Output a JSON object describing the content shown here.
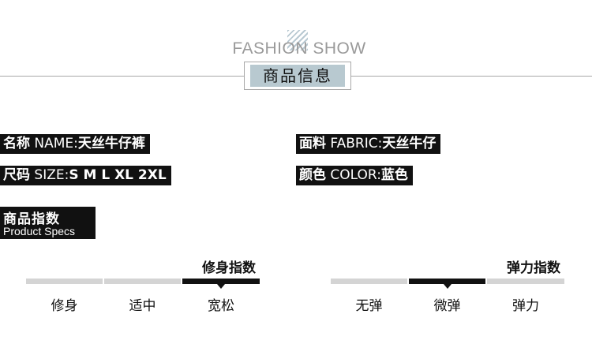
{
  "header": {
    "fashion_text": "FASHION SHOW",
    "title": "商品信息"
  },
  "info": {
    "name": {
      "label": "名称",
      "en": " NAME:",
      "value": "天丝牛仔裤"
    },
    "fabric": {
      "label": "面料",
      "en": " FABRIC:",
      "value": "天丝牛仔"
    },
    "size": {
      "label": "尺码",
      "en": " SIZE:",
      "value": "S M L XL 2XL"
    },
    "color": {
      "label": "颜色",
      "en": " COLOR:",
      "value": "蓝色"
    }
  },
  "specs": {
    "cn": "商品指数",
    "en": "Product Specs"
  },
  "fit_scale": {
    "title": "修身指数",
    "options": [
      "修身",
      "适中",
      "宽松"
    ],
    "selected": "宽松"
  },
  "elastic_scale": {
    "title": "弹力指数",
    "options": [
      "无弹",
      "微弹",
      "弹力"
    ],
    "selected": "微弹"
  },
  "colors": {
    "accent": "#b8c9d0",
    "bar_off": "#d4d4d4",
    "bar_on": "#111111"
  }
}
